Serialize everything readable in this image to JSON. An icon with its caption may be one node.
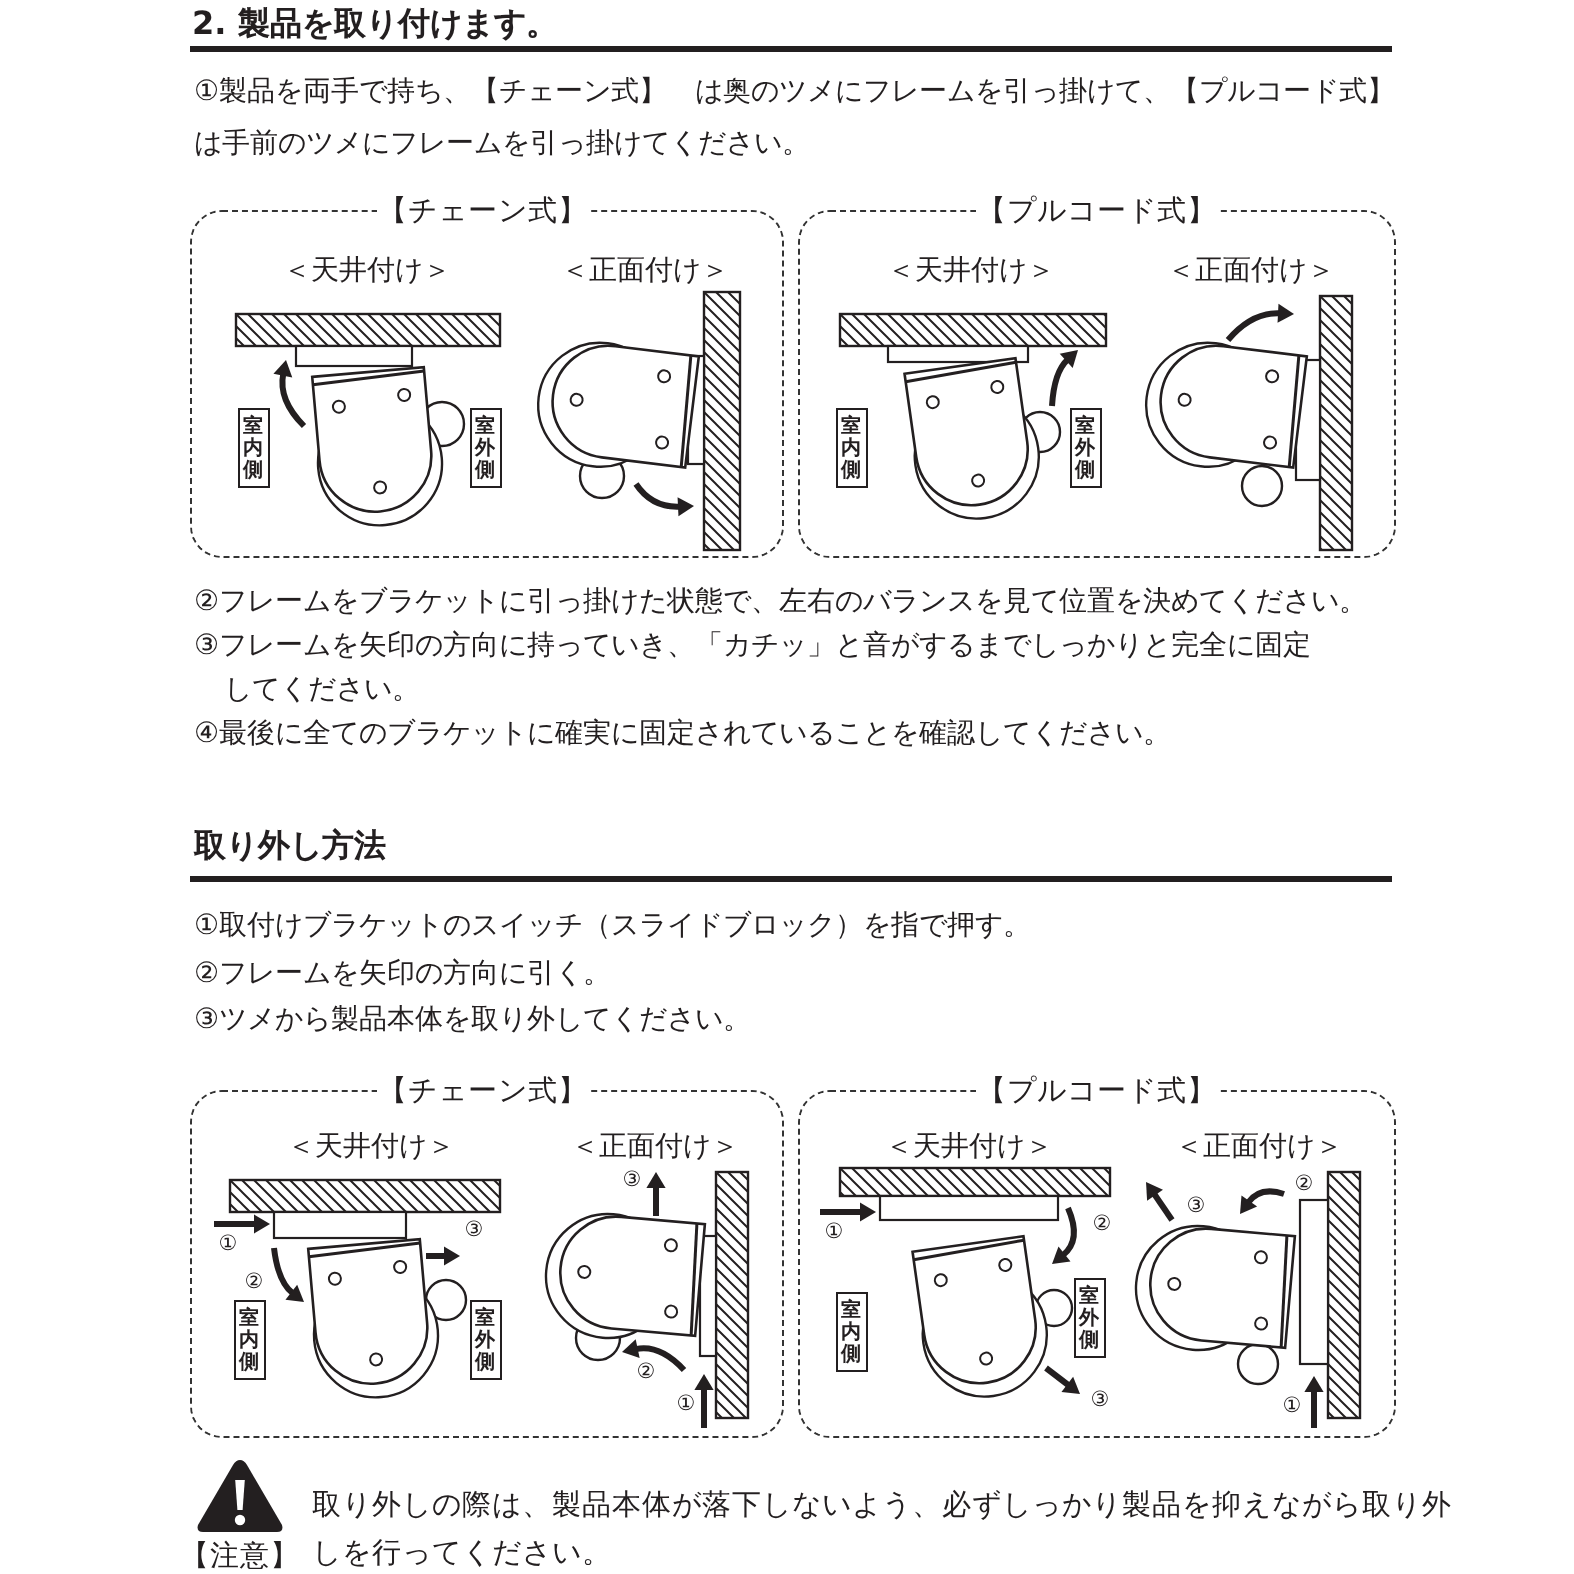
{
  "diagram": {
    "title": "2. 製品を取り付けます。",
    "nodes": [
      {
        "text": [
          "【チェーン式】",
          "＜天井付け＞",
          "＜正面付け＞"
        ]
      },
      {
        "text": [
          "室内側"
        ],
        "in": 0
      },
      {
        "text": [
          "室外側"
        ],
        "in": 0
      },
      {
        "text": [
          "【プルコード式】",
          "＜天井付け＞",
          "＜正面付け＞"
        ]
      },
      {
        "text": [
          "室内側"
        ],
        "in": 3
      },
      {
        "text": [
          "室外側"
        ],
        "in": 3
      },
      {
        "text": [
          "【チェーン式】",
          "＜天井付け＞",
          "＜正面付け＞"
        ]
      },
      {
        "text": [
          "室内側"
        ],
        "in": 6
      },
      {
        "text": [
          "室外側"
        ],
        "in": 6
      },
      {
        "text": [
          "【プルコード式】",
          "＜天井付け＞",
          "＜正面付け＞"
        ]
      },
      {
        "text": [
          "室内側"
        ],
        "in": 9
      },
      {
        "text": [
          "室外側"
        ],
        "in": 9
      }
    ],
    "labels": [
      "①製品を両手で持ち、【チェーン式】　は奥のツメにフレームを引っ掛けて、【プルコード式】は手前のツメにフレームを引っ掛けてください。",
      "②フレームをブラケットに引っ掛けた状態で、左右のバランスを見て位置を決めてください。",
      "③フレームを矢印の方向に持っていき、「カチッ」と音がするまでしっかりと完全に固定してください。",
      "④最後に全てのブラケットに確実に固定されていることを確認してください。",
      "取り外し方法",
      "①取付けブラケットのスイッチ（スライドブロック）を指で押す。",
      "②フレームを矢印の方向に引く。",
      "③ツメから製品本体を取り外してください。",
      "①",
      "②",
      "③",
      "③",
      "②",
      "①",
      "①",
      "②",
      "③",
      "③",
      "②",
      "①",
      "【注意】",
      "取り外しの際は、製品本体が落下しないよう、必ずしっかり製品を抑えながら取り外しを行ってください。"
    ]
  }
}
